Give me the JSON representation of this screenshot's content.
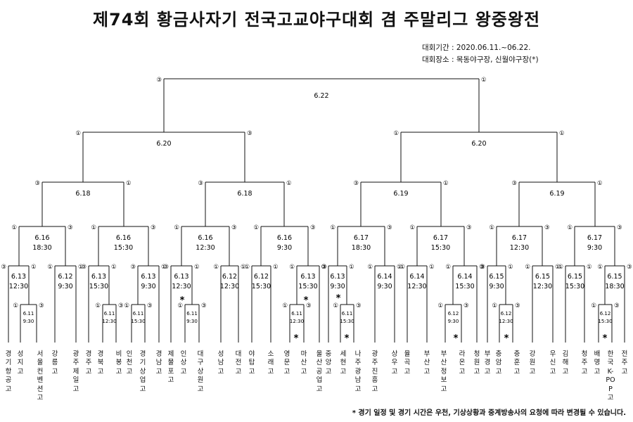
{
  "header": {
    "title": "제74회 황금사자기 전국고교야구대회 겸 주말리그 왕중왕전",
    "period": "대회기간 : 2020.06.11.~06.22.",
    "venue": "대회장소 : 목동야구장, 신월야구장(*)"
  },
  "footnote": "* 경기 일정 및 경기 시간은 우천, 기상상황과 중계방송사의 요청에 따라 변경될 수 있습니다.",
  "teams": [
    "경기항공고",
    "성지고",
    "서울컨벤션고",
    "강릉고",
    "광주제일고",
    "경주고",
    "경북고",
    "비봉고",
    "인천고",
    "경기상업고",
    "경남고",
    "제물포고",
    "인상고",
    "대구상원고",
    "성남고",
    "대전고",
    "야탑고",
    "소래고",
    "영문고",
    "마산고",
    "울산공업고",
    "중앙고",
    "세현고",
    "나주광남고",
    "광주진흥고",
    "상우고",
    "율곡고",
    "부산고",
    "부산정보고",
    "라온고",
    "청원고",
    "부경고",
    "충암고",
    "충훈고",
    "강원고",
    "우신고",
    "김해고",
    "청주고",
    "배명고",
    "한국K-POP고",
    "전주고"
  ],
  "matches": {
    "final": {
      "date": "6.22",
      "s1": "③",
      "s2": "①"
    },
    "sf1": {
      "date": "6.20",
      "s1": "①",
      "s2": "③"
    },
    "sf2": {
      "date": "6.20",
      "s1": "①",
      "s2": "①"
    },
    "qf1": {
      "date": "6.18",
      "s1": "③",
      "s2": "①"
    },
    "qf2": {
      "date": "6.18",
      "s1": "③",
      "s2": "①"
    },
    "qf3": {
      "date": "6.19",
      "s1": "③",
      "s2": "①"
    },
    "qf4": {
      "date": "6.19",
      "s1": "③",
      "s2": "①"
    },
    "r16a": {
      "date": "6.16",
      "time": "18:30",
      "s1": "①",
      "s2": "③"
    },
    "r16b": {
      "date": "6.16",
      "time": "15:30",
      "s1": "①",
      "s2": "③"
    },
    "r16c": {
      "date": "6.16",
      "time": "12:30",
      "s1": "①",
      "s2": "③"
    },
    "r16d": {
      "date": "6.16",
      "time": "9:30",
      "s1": "①",
      "s2": "③"
    },
    "r16e": {
      "date": "6.17",
      "time": "18:30",
      "s1": "①",
      "s2": "③"
    },
    "r16f": {
      "date": "6.17",
      "time": "15:30",
      "s1": "①",
      "s2": "③"
    },
    "r16g": {
      "date": "6.17",
      "time": "12:30",
      "s1": "①",
      "s2": "③"
    },
    "r16h": {
      "date": "6.17",
      "time": "9:30",
      "s1": "①",
      "s2": "③"
    },
    "r32": [
      {
        "date": "6.13",
        "time": "12:30",
        "s1": "③",
        "s2": "①"
      },
      {
        "date": "6.12",
        "time": "9:30",
        "s1": "①",
        "s2": "①"
      },
      {
        "date": "6.13",
        "time": "15:30",
        "s1": "③",
        "s2": "①"
      },
      {
        "date": "6.13",
        "time": "9:30",
        "s1": "③",
        "s2": "①"
      },
      {
        "date": "6.13",
        "time": "12:30",
        "s1": "③",
        "s2": "①"
      },
      {
        "date": "6.12",
        "time": "12:30",
        "s1": "①",
        "s2": "①"
      },
      {
        "date": "6.12",
        "time": "15:30",
        "s1": "①",
        "s2": "①"
      },
      {
        "date": "6.13",
        "time": "15:30",
        "s1": "①",
        "s2": "③"
      },
      {
        "date": "6.13",
        "time": "9:30",
        "s1": "③",
        "s2": "①"
      },
      {
        "date": "6.14",
        "time": "9:30",
        "s1": "①",
        "s2": "①"
      },
      {
        "date": "6.14",
        "time": "12:30",
        "s1": "①",
        "s2": "①"
      },
      {
        "date": "6.14",
        "time": "15:30",
        "s1": "①",
        "s2": "③"
      },
      {
        "date": "6.15",
        "time": "9:30",
        "s1": "③",
        "s2": "①"
      },
      {
        "date": "6.15",
        "time": "12:30",
        "s1": "①",
        "s2": "①"
      },
      {
        "date": "6.15",
        "time": "15:30",
        "s1": "①",
        "s2": "①"
      },
      {
        "date": "6.15",
        "time": "18:30",
        "s1": "①",
        "s2": "③"
      }
    ],
    "r64": [
      {
        "date": "6.11",
        "time": "9:30",
        "s1": "①",
        "s2": "③"
      },
      {
        "date": "6.11",
        "time": "12:30",
        "s1": "①",
        "s2": "③"
      },
      {
        "date": "6.11",
        "time": "15:30",
        "s1": "①",
        "s2": "③"
      },
      {
        "date": "6.11",
        "time": "9:30",
        "s1": "①",
        "s2": "③"
      },
      {
        "date": "6.11",
        "time": "12:30",
        "s1": "①",
        "s2": "③"
      },
      {
        "date": "6.11",
        "time": "15:30",
        "s1": "①",
        "s2": "③"
      },
      {
        "date": "6.12",
        "time": "9:30",
        "s1": "①",
        "s2": "③"
      },
      {
        "date": "6.12",
        "time": "12:30",
        "s1": "①",
        "s2": "③"
      },
      {
        "date": "6.12",
        "time": "15:30",
        "s1": "①",
        "s2": "③"
      }
    ],
    "stars": "*"
  }
}
